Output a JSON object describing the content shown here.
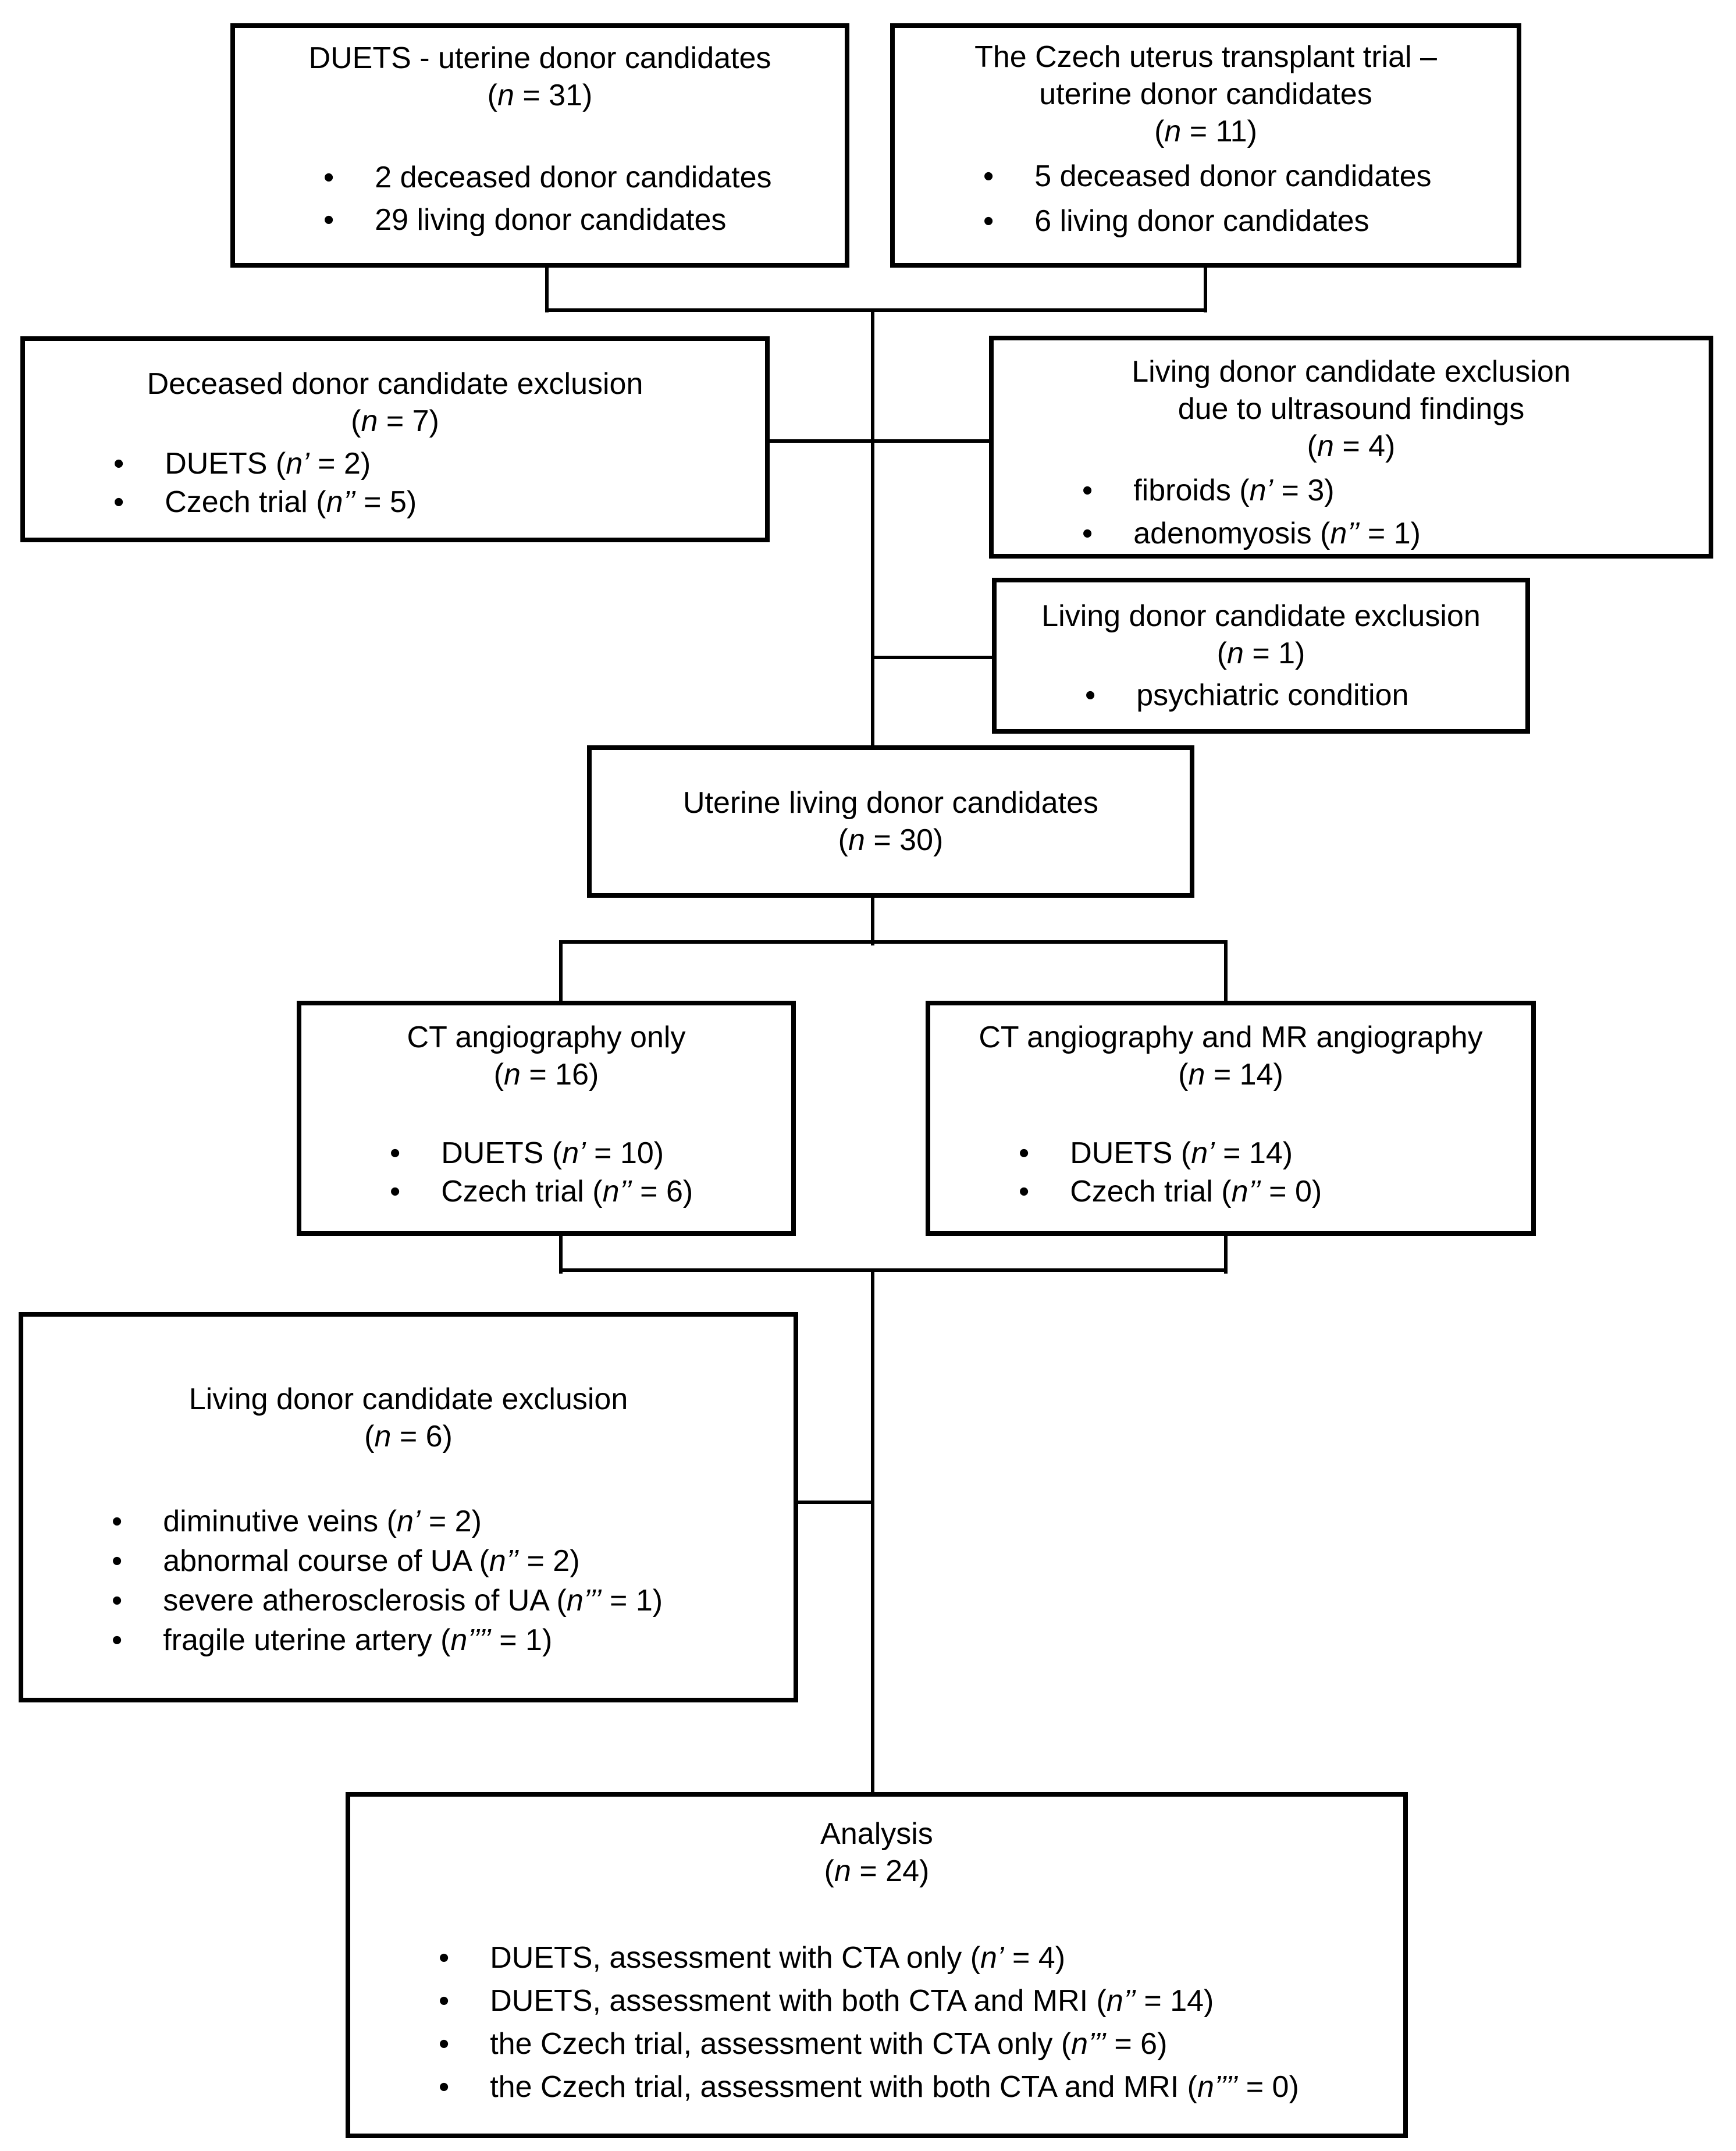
{
  "figure": {
    "background_color": "#ffffff",
    "line_color": "#000000",
    "text_color": "#000000"
  },
  "glyphs": {
    "bullet": "•"
  },
  "boxes": {
    "duets_top": {
      "title_lines": [
        "DUETS - uterine donor candidates",
        "(*n* = 31)"
      ],
      "bullets": [
        "2 deceased donor candidates",
        "29 living donor candidates"
      ]
    },
    "czech_top": {
      "title_lines": [
        "The Czech uterus transplant trial –",
        "uterine donor candidates",
        "(*n* = 11)"
      ],
      "bullets": [
        "5 deceased donor candidates",
        "6 living donor candidates"
      ]
    },
    "deceased_exclusion": {
      "title_lines": [
        "Deceased donor candidate exclusion",
        "(*n* = 7)"
      ],
      "bullets": [
        "DUETS (*n’* = 2)",
        "Czech trial (*n’’* = 5)"
      ]
    },
    "ultrasound_exclusion": {
      "title_lines": [
        "Living donor candidate exclusion",
        "due to ultrasound findings",
        "(*n* = 4)"
      ],
      "bullets": [
        "fibroids (*n’* = 3)",
        "adenomyosis (*n’’* = 1)"
      ]
    },
    "psychiatric_exclusion": {
      "title_lines": [
        "Living donor candidate exclusion",
        "(*n* = 1)"
      ],
      "bullets": [
        "psychiatric condition"
      ]
    },
    "uterine_living": {
      "title_lines": [
        "Uterine living donor candidates",
        "(*n* = 30)"
      ],
      "bullets": []
    },
    "cta_only": {
      "title_lines": [
        "CT angiography only",
        "(*n* = 16)"
      ],
      "bullets": [
        "DUETS (*n’* = 10)",
        "Czech trial (*n’’* = 6)"
      ]
    },
    "cta_mra": {
      "title_lines": [
        "CT angiography and MR angiography",
        "(*n* = 14)"
      ],
      "bullets": [
        "DUETS (*n’* = 14)",
        "Czech trial (*n’’* = 0)"
      ]
    },
    "living_exclusion_6": {
      "title_lines": [
        "Living donor candidate exclusion",
        "(*n* = 6)"
      ],
      "bullets": [
        "diminutive veins (*n’* = 2)",
        "abnormal course of UA (*n’’* = 2)",
        "severe atherosclerosis of UA (*n’’’* = 1)",
        "fragile uterine artery (*n’’’’* = 1)"
      ]
    },
    "analysis": {
      "title_lines": [
        "Analysis",
        "(*n* = 24)"
      ],
      "bullets": [
        "DUETS, assessment with CTA only (*n’* = 4)",
        "DUETS, assessment with both CTA and MRI (*n’’* = 14)",
        "the Czech trial, assessment with CTA only (*n’’’* = 6)",
        "the Czech trial, assessment with both CTA and MRI (*n’’’’* = 0)"
      ]
    }
  },
  "edges": [
    {
      "from": "duets_top",
      "to": "uterine_living",
      "type": "merge-into-trunk"
    },
    {
      "from": "czech_top",
      "to": "uterine_living",
      "type": "merge-into-trunk"
    },
    {
      "from": "upper-trunk",
      "to": "deceased_exclusion",
      "type": "side-branch"
    },
    {
      "from": "upper-trunk",
      "to": "ultrasound_exclusion",
      "type": "side-branch"
    },
    {
      "from": "upper-trunk",
      "to": "psychiatric_exclusion",
      "type": "side-branch"
    },
    {
      "from": "uterine_living",
      "to": "cta_only",
      "type": "split"
    },
    {
      "from": "uterine_living",
      "to": "cta_mra",
      "type": "split"
    },
    {
      "from": "cta_only",
      "to": "analysis",
      "type": "merge-into-trunk"
    },
    {
      "from": "cta_mra",
      "to": "analysis",
      "type": "merge-into-trunk"
    },
    {
      "from": "lower-trunk",
      "to": "living_exclusion_6",
      "type": "side-branch"
    }
  ]
}
